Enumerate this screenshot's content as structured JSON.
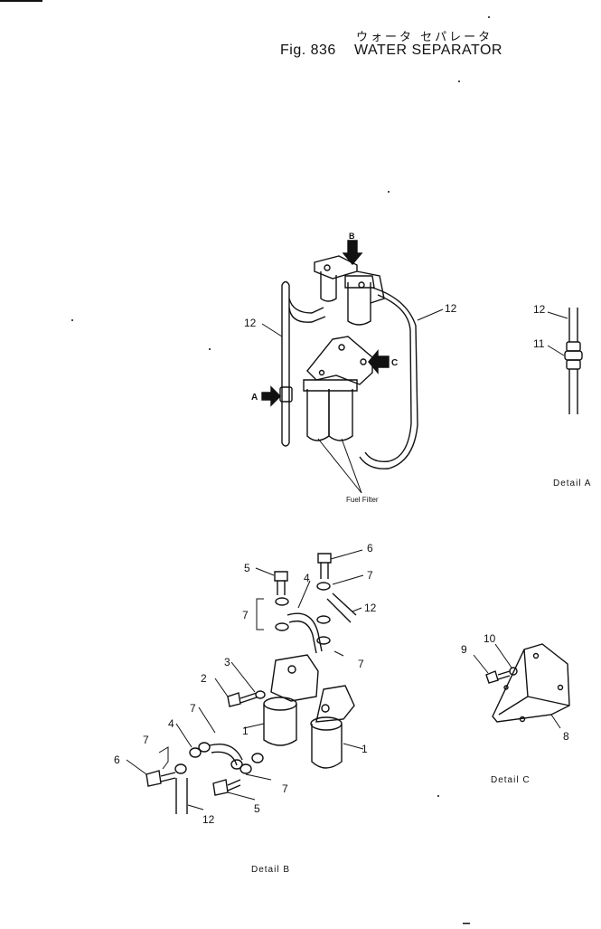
{
  "header": {
    "japanese_title": "ウォータ セパレータ",
    "fig_number": "Fig. 836",
    "title": "WATER SEPARATOR"
  },
  "callouts": {
    "main": {
      "c12_left": "12",
      "c12_right": "12",
      "arrow_a": "A",
      "arrow_b": "B",
      "arrow_c": "C",
      "fuel_filter": "Fuel Filter"
    },
    "detail_a": {
      "c12": "12",
      "c11": "11",
      "caption": "Detail A"
    },
    "detail_b": {
      "c5_top": "5",
      "c6_top": "6",
      "c4_top": "4",
      "c7_top": "7",
      "c12_top": "12",
      "c7_left": "7",
      "c7_mid": "7",
      "c3": "3",
      "c2": "2",
      "c7_low": "7",
      "c1_left": "1",
      "c1_right": "1",
      "c4_low": "4",
      "c7_far": "7",
      "c6_low": "6",
      "c7_bot": "7",
      "c5_bot": "5",
      "c12_bot": "12",
      "caption": "Detail B"
    },
    "detail_c": {
      "c10": "10",
      "c9": "9",
      "c8": "8",
      "caption": "Detail C"
    }
  }
}
